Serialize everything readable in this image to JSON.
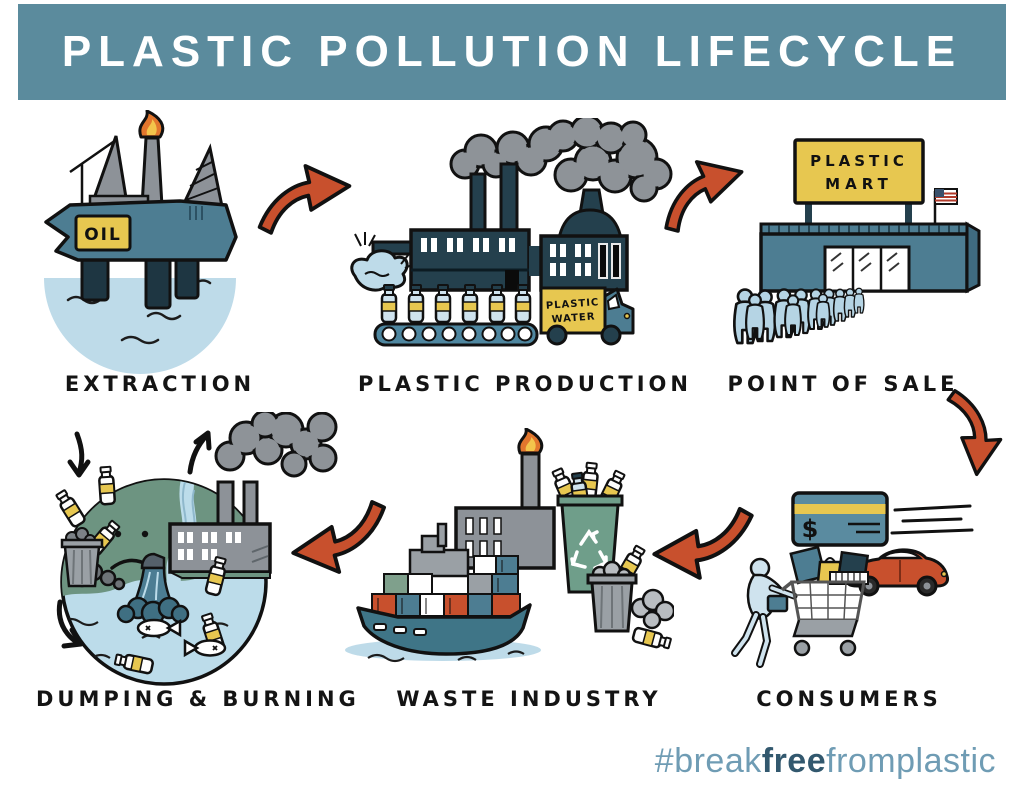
{
  "header": {
    "title": "PLASTIC POLLUTION LIFECYCLE"
  },
  "stages": [
    {
      "id": "extraction",
      "label": "EXTRACTION",
      "sign": "OIL"
    },
    {
      "id": "plastic-production",
      "label": "PLASTIC PRODUCTION",
      "truck_sign_line1": "PLASTIC",
      "truck_sign_line2": "WATER"
    },
    {
      "id": "point-of-sale",
      "label": "POINT OF SALE",
      "sign_line1": "PLASTIC",
      "sign_line2": "MART"
    },
    {
      "id": "consumers",
      "label": "CONSUMERS",
      "card_symbol": "$"
    },
    {
      "id": "waste-industry",
      "label": "WASTE INDUSTRY"
    },
    {
      "id": "dumping-burning",
      "label": "DUMPING & BURNING"
    }
  ],
  "footer": {
    "hashtag_prefix": "#break",
    "hashtag_bold": "free",
    "hashtag_suffix": "fromplastic"
  },
  "colors": {
    "banner": "#5b8b9d",
    "arrow_orange": "#c8502d",
    "yellow": "#e7c750",
    "teal": "#4d7d92",
    "dark_slate": "#24404d",
    "water_blue": "#bedbe9",
    "smoke_gray": "#8e9398",
    "globe_green": "#6d9481",
    "bin_green": "#6f9e8a",
    "people_blue": "#b5d4e4",
    "hashtag_light": "#6f9cb4",
    "hashtag_dark": "#32586e"
  }
}
